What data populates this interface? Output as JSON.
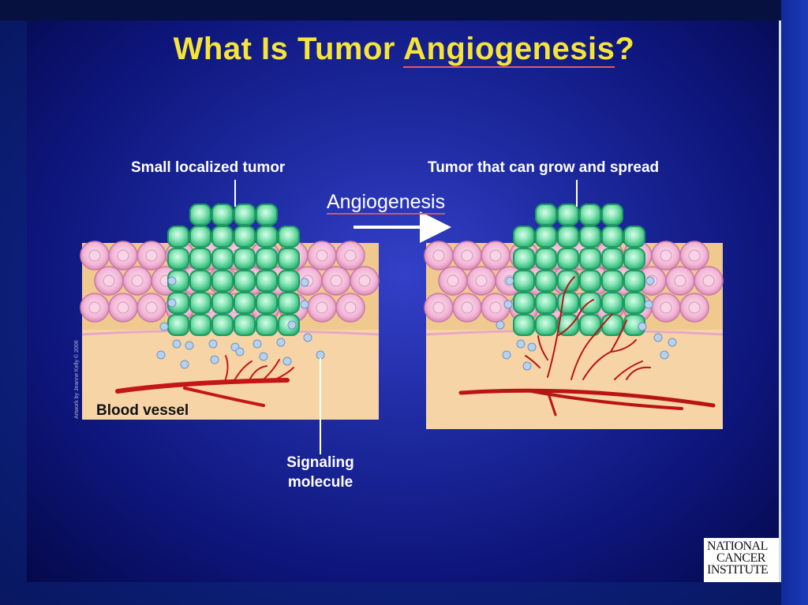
{
  "title_prefix": "What Is Tumor ",
  "title_underlined": "Angiogenesis",
  "title_suffix": "?",
  "labels": {
    "small_tumor": "Small localized tumor",
    "grow_spread": "Tumor that can grow and spread",
    "angiogenesis": "Angiogenesis",
    "blood_vessel": "Blood vessel",
    "signaling_line1": "Signaling",
    "signaling_line2": "molecule"
  },
  "credit": "Artwork by Jeanne Kelly © 2006",
  "logo": {
    "line1": "NATIONAL",
    "line2": "CANCER",
    "line3": "INSTITUTE"
  },
  "colors": {
    "title": "#f6e43a",
    "tumor_cell": "#3ec88a",
    "tissue_cell": "#f2b6d6",
    "vessel": "#c41616",
    "tissue_bg": "#f7d4a6",
    "molecule": "#b7d2ee"
  }
}
